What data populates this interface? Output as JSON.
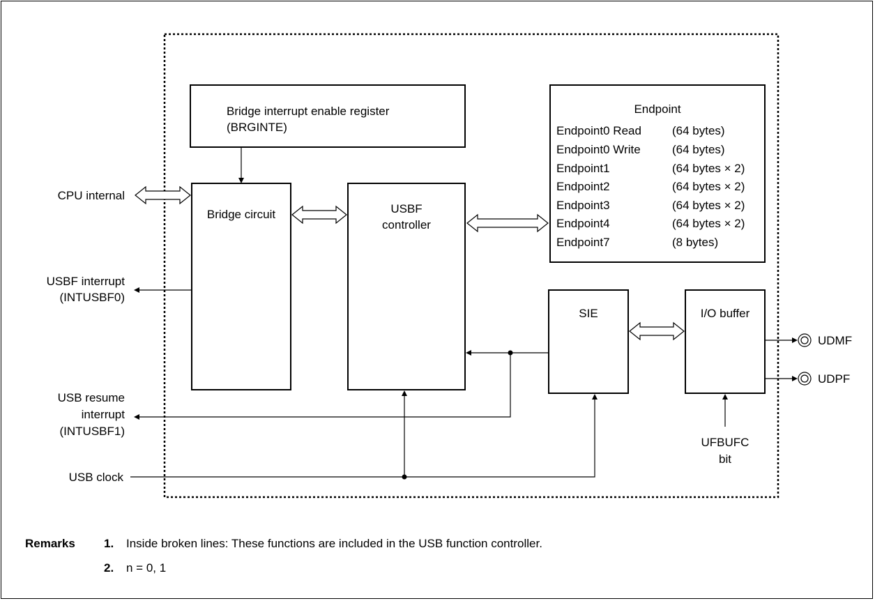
{
  "blocks": {
    "brginte_line1": "Bridge interrupt enable register",
    "brginte_line2": "(BRGINTE)",
    "bridge": "Bridge circuit",
    "usbf_line1": "USBF",
    "usbf_line2": "controller",
    "sie": "SIE",
    "io_buffer": "I/O buffer"
  },
  "endpoint": {
    "title": "Endpoint",
    "rows": [
      {
        "name": "Endpoint0 Read",
        "size": "(64 bytes)"
      },
      {
        "name": "Endpoint0 Write",
        "size": "(64 bytes)"
      },
      {
        "name": "Endpoint1",
        "size": "(64 bytes × 2)"
      },
      {
        "name": "Endpoint2",
        "size": "(64 bytes × 2)"
      },
      {
        "name": "Endpoint3",
        "size": "(64 bytes × 2)"
      },
      {
        "name": "Endpoint4",
        "size": "(64 bytes × 2)"
      },
      {
        "name": "Endpoint7",
        "size": "(8 bytes)"
      }
    ]
  },
  "signals": {
    "cpu_internal": "CPU internal",
    "usbf_int_line1": "USBF interrupt",
    "usbf_int_line2": "(INTUSBF0)",
    "resume_line1": "USB resume",
    "resume_line2": "interrupt",
    "resume_line3": "(INTUSBF1)",
    "usb_clock": "USB clock",
    "ufbufc_line1": "UFBUFC",
    "ufbufc_line2": "bit",
    "udmf": "UDMF",
    "udpf": "UDPF"
  },
  "remarks": {
    "heading": "Remarks",
    "items": [
      {
        "num": "1.",
        "text": "Inside broken lines: These functions are included in the USB function controller."
      },
      {
        "num": "2.",
        "text": "n = 0, 1"
      }
    ]
  }
}
